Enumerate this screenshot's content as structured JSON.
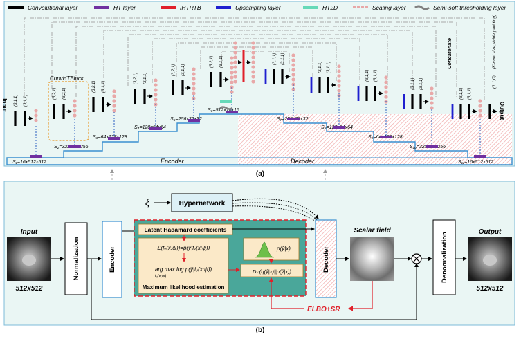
{
  "legend": {
    "conv": "Convolutional layer",
    "ht": "HT  layer",
    "ihtrtb": "IHTRTB",
    "upsampling": "Upsampling layer",
    "ht2d": "HT2D",
    "scaling": "Scaling layer",
    "semisoft": "Semi-soft thresholding layer"
  },
  "colors": {
    "conv": "#000000",
    "ht": "#7030a0",
    "ihtrtb": "#e0202a",
    "upsampling": "#1f1fcf",
    "ht2d": "#66d9b8",
    "scaling": "#e8a8a8",
    "semisoft": "#808080",
    "panel_bg": "#eaf6f4",
    "panel_border": "#3a8fd0",
    "decoder_hatch": "#f0b8b8",
    "likelihood_bg": "#4aa79a",
    "elbo": "#e0202a",
    "hyper_bg": "#dcf0f6"
  },
  "top": {
    "input_label": "Input",
    "output_label": "Output",
    "block_title": "ConvHTBlock",
    "concatenate": "Concatenate",
    "param_note": "(Kernel size,stride,padding)",
    "enc_label": "Encoder",
    "dec_label": "Decoder",
    "caption": "(a)",
    "kernels": {
      "k311": "(3,1,1)",
      "k321": "(3,2,1)",
      "k110": "(1,1,0)"
    },
    "sizes": {
      "s1": "S₁=16x512x512",
      "s2": "S₂=32x256x256",
      "s3": "S₃=64x128x128",
      "s4": "S₄=128x64x64",
      "s5": "S₅=256x32x32",
      "s6": "S₆=512x16x16",
      "s7": "S₇=256x32x32",
      "s8": "S₈=128x64x64",
      "s9": "S₉=64x128x128",
      "s10": "S₁₀=32x256x256",
      "s11": "S₁₁=16x512x512"
    }
  },
  "bottom": {
    "input_title": "Input",
    "input_size": "512x512",
    "normalization": "Normalization",
    "encoder": "Encoder",
    "xi": "ξ",
    "hypernetwork": "Hypernetwork",
    "latent": "Latent Hadamard coefficients",
    "likelihood_eq": "ℒ(fᵥ(x;ψ))=p(ŷ|fᵥ(x;ψ))",
    "argmax_eq": "arg max log p(ŷ|fᵥ(x;ψ))",
    "argmax_sub": "fᵥ(x;ψ)",
    "mle": "Maximum likelihood estimation",
    "posterior": "p(ŷ|x)",
    "kl": "Dₖₗ(q(ŷ|x)||p(ŷ|x))",
    "decoder": "Decoder",
    "scalar_field": "Scalar field",
    "denormalization": "Denormalization",
    "output_title": "Output",
    "output_size": "512x512",
    "elbo": "ELBO+SR",
    "caption": "(b)"
  }
}
